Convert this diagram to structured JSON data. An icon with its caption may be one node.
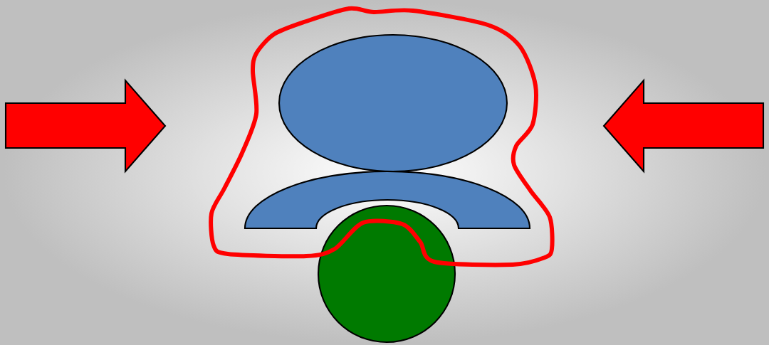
{
  "diagram": {
    "nodes": [
      {
        "text": [],
        "shape": "ellipse"
      },
      {
        "text": [],
        "shape": "arch"
      },
      {
        "text": [],
        "shape": "circle"
      }
    ]
  }
}
